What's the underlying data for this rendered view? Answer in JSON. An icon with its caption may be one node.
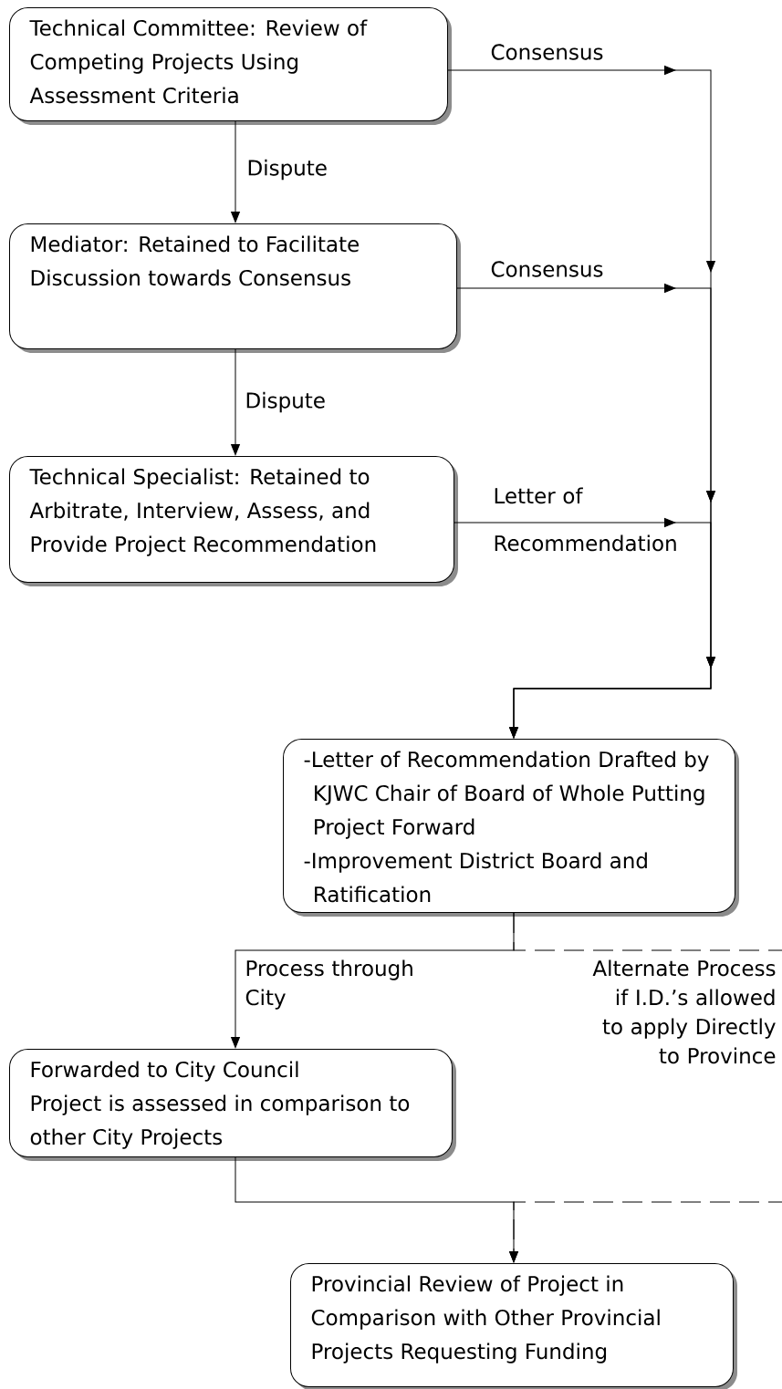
{
  "diagram": {
    "nodes": [
      {
        "text": [
          "Technical Committee:  Review of Competing Projects Using Assessment Criteria"
        ]
      },
      {
        "text": [
          "Mediator:  Retained to Facilitate Discussion towards Consensus"
        ]
      },
      {
        "text": [
          "Technical Specialist:  Retained to Arbitrate, Interview, Assess, and Provide Project Recommendation"
        ]
      },
      {
        "text": [
          "-Letter of Recommendation Drafted by KJWC Chair of Board of Whole Putting Project Forward",
          "-Improvement District Board and Ratification"
        ]
      },
      {
        "text": [
          "Forwarded to City Council",
          "Project is assessed in comparison to other City Projects"
        ]
      },
      {
        "text": [
          "Provincial Review of Project in Comparison with Other Provincial Projects Requesting Funding"
        ]
      }
    ],
    "edges": [
      {
        "from": 0,
        "to": 1,
        "arrow": "to",
        "label": "Dispute"
      },
      {
        "from": 0,
        "to": 3,
        "arrow": "to",
        "label": "Consensus"
      },
      {
        "from": 1,
        "to": 2,
        "arrow": "to",
        "label": "Dispute"
      },
      {
        "from": 1,
        "to": 3,
        "arrow": "to",
        "label": "Consensus"
      },
      {
        "from": 2,
        "to": 3,
        "arrow": "to",
        "label": "Letter of Recommendation"
      },
      {
        "from": 3,
        "to": 4,
        "arrow": "to",
        "label": "Process through City"
      },
      {
        "from": 3,
        "to": 5,
        "arrow": "to",
        "style": "dashed",
        "label": "Alternate Process if I.D.’s allowed to apply Directly to Province"
      },
      {
        "from": 4,
        "to": 5,
        "arrow": "to"
      }
    ]
  }
}
